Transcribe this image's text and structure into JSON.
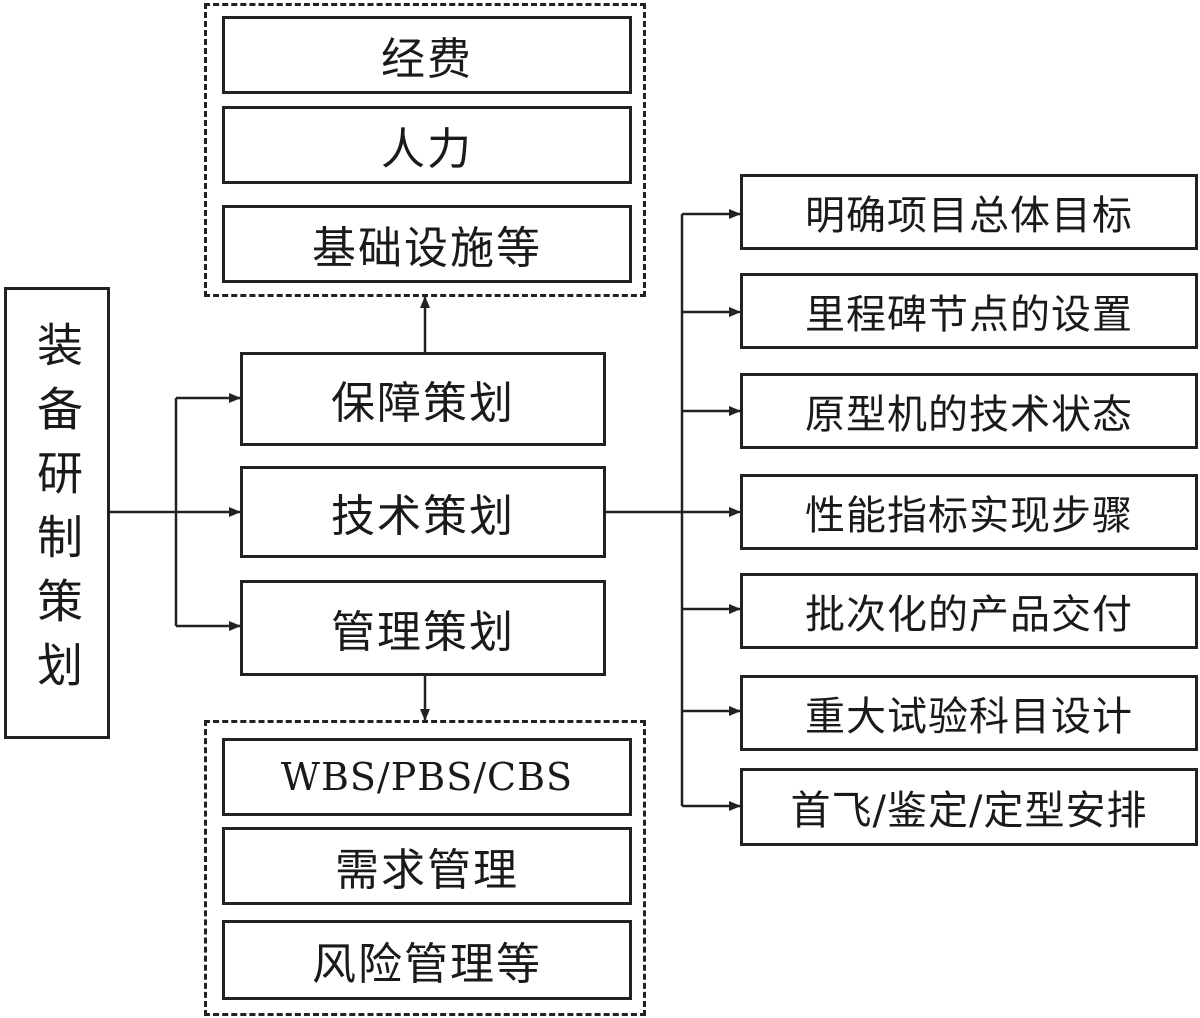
{
  "root": {
    "label": "装备研制策划"
  },
  "middle": [
    {
      "label": "保障策划"
    },
    {
      "label": "技术策划"
    },
    {
      "label": "管理策划"
    }
  ],
  "support_group": [
    {
      "label": "经费"
    },
    {
      "label": "人力"
    },
    {
      "label": "基础设施等"
    }
  ],
  "management_group": [
    {
      "label": "WBS/PBS/CBS"
    },
    {
      "label": "需求管理"
    },
    {
      "label": "风险管理等"
    }
  ],
  "technical_items": [
    {
      "label": "明确项目总体目标"
    },
    {
      "label": "里程碑节点的设置"
    },
    {
      "label": "原型机的技术状态"
    },
    {
      "label": "性能指标实现步骤"
    },
    {
      "label": "批次化的产品交付"
    },
    {
      "label": "重大试验科目设计"
    },
    {
      "label": "首飞/鉴定/定型安排"
    }
  ]
}
